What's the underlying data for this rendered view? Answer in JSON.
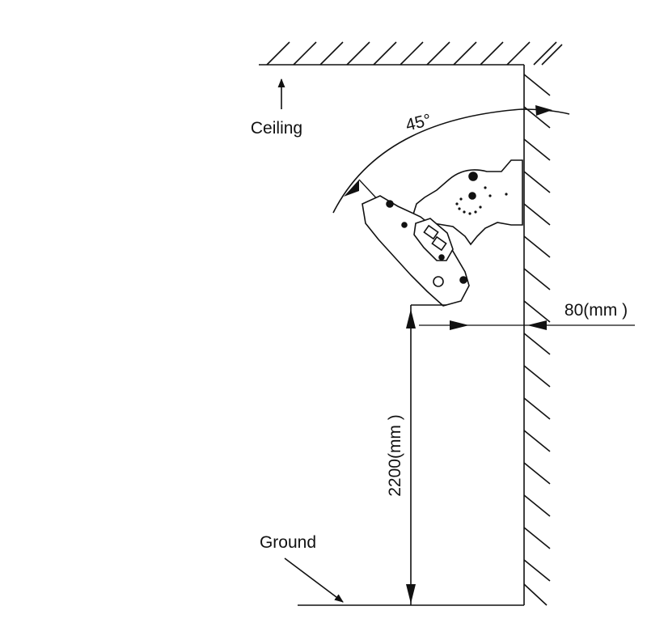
{
  "labels": {
    "ceiling": "Ceiling",
    "ground": "Ground",
    "angle": "45°",
    "wall_offset": "80(mm )",
    "mount_height": "2200(mm )"
  },
  "colors": {
    "ink": "#111111",
    "background": "#ffffff"
  }
}
